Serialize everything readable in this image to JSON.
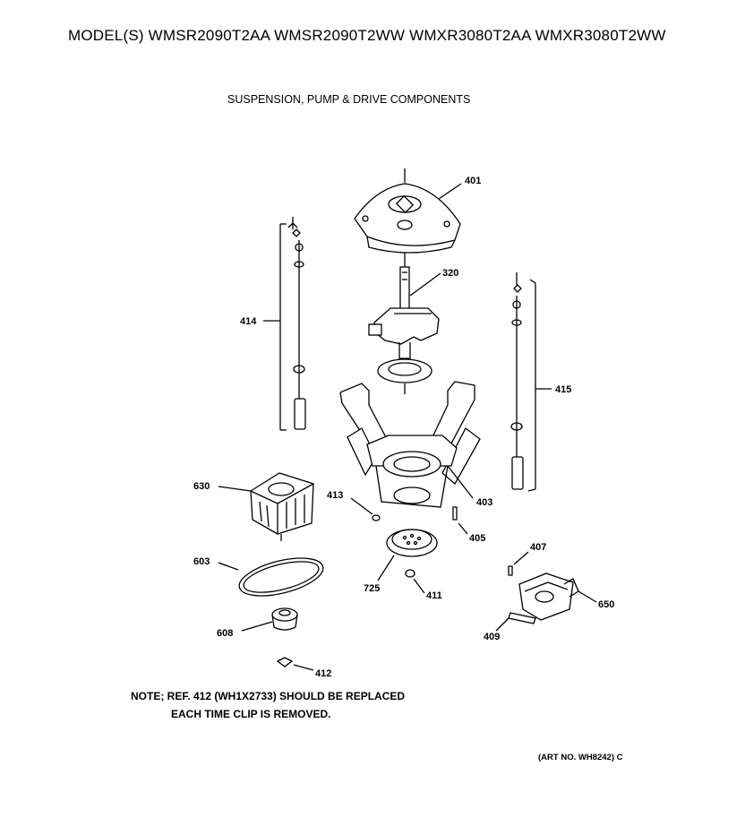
{
  "header": {
    "models": "MODEL(S) WMSR2090T2AA  WMSR2090T2WW  WMXR3080T2AA  WMXR3080T2WW",
    "section_title": "SUSPENSION, PUMP & DRIVE COMPONENTS"
  },
  "callouts": {
    "p401": "401",
    "p320": "320",
    "p414": "414",
    "p415": "415",
    "p630": "630",
    "p413": "413",
    "p403": "403",
    "p405": "405",
    "p603": "603",
    "p725": "725",
    "p411": "411",
    "p407": "407",
    "p650": "650",
    "p608": "608",
    "p409": "409",
    "p412": "412"
  },
  "note": {
    "line1": "NOTE; REF. 412 (WH1X2733) SHOULD BE REPLACED",
    "line2": "EACH TIME CLIP IS REMOVED."
  },
  "footer": {
    "art_no": "(ART NO. WH8242) C"
  }
}
